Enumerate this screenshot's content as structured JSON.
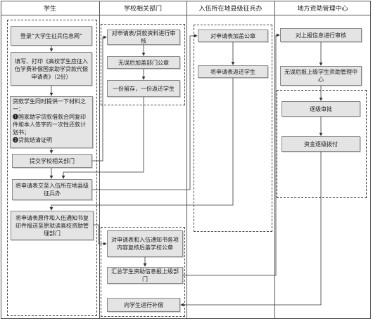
{
  "lanes": [
    {
      "label": "学生"
    },
    {
      "label": "学校相关部门"
    },
    {
      "label": "入伍所在地县级征兵办"
    },
    {
      "label": "地方资助管理中心"
    }
  ],
  "student": {
    "step1": "登录“大学生征兵信息网”",
    "step2": "填写、打印《高校学生应征入伍学费补偿国家助学贷款代偿申请表》（2份）",
    "step3_head": "贷款学生同时提供一下材料之一：",
    "step3_item1": "❶国家助学贷款借款合同复印件和本人签字的一次性还款计划书；",
    "step3_item2": "❷贷款结清证明",
    "step4": "提交学校相关部门",
    "step5": "将申请表交至入伍所在地县级征兵办",
    "step6": "将申请表原件和入伍通知书复印件报送至原就读高校资助管理部门"
  },
  "school": {
    "s1": "对申请表/贷款资料进行审核",
    "s2": "无误后加盖部门公章",
    "s3": "一份留存，一份返还学生",
    "s4": "对申请表和入伍通知书各项内容复核后盖学校公章",
    "s5": "汇总学生资助信息报上级部门",
    "s6": "向学生进行补偿"
  },
  "recruit": {
    "r1": "对申请表加盖公章",
    "r2": "将申请表返还学生"
  },
  "center": {
    "c1": "对上报信息进行审核",
    "c2": "无误后报上级学生资助管理中心",
    "c3": "逐级审批",
    "c4": "资金逐级拨付"
  }
}
